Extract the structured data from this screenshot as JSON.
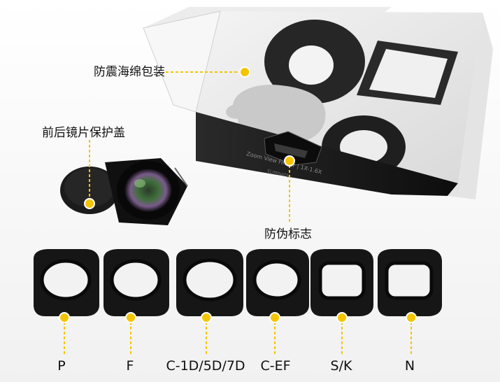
{
  "callouts": {
    "foam": "防震海绵包装",
    "cap": "前后镜片保护盖",
    "anti_fake": "防伪标志"
  },
  "box_print": {
    "line1": "Zoom View Finder | 1X-1.6X",
    "line2": "ELIMINATE"
  },
  "eyecups": [
    {
      "label": "P"
    },
    {
      "label": "F"
    },
    {
      "label": "C-1D/5D/7D"
    },
    {
      "label": "C-EF"
    },
    {
      "label": "S/K"
    },
    {
      "label": "N"
    }
  ],
  "colors": {
    "accent": "#f5c400",
    "box_black": "#1a1a1a",
    "foam_gray": "#dcdcdc",
    "rubber": "#141414"
  },
  "icons": {
    "marker": "yellow-dot"
  }
}
